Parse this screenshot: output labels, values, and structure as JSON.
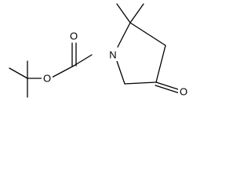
{
  "molecule": {
    "atoms": {
      "nitrogen": "N",
      "carbonyl_oxygen": "O",
      "ester_oxygen": "O",
      "ketone_oxygen": "O"
    }
  }
}
